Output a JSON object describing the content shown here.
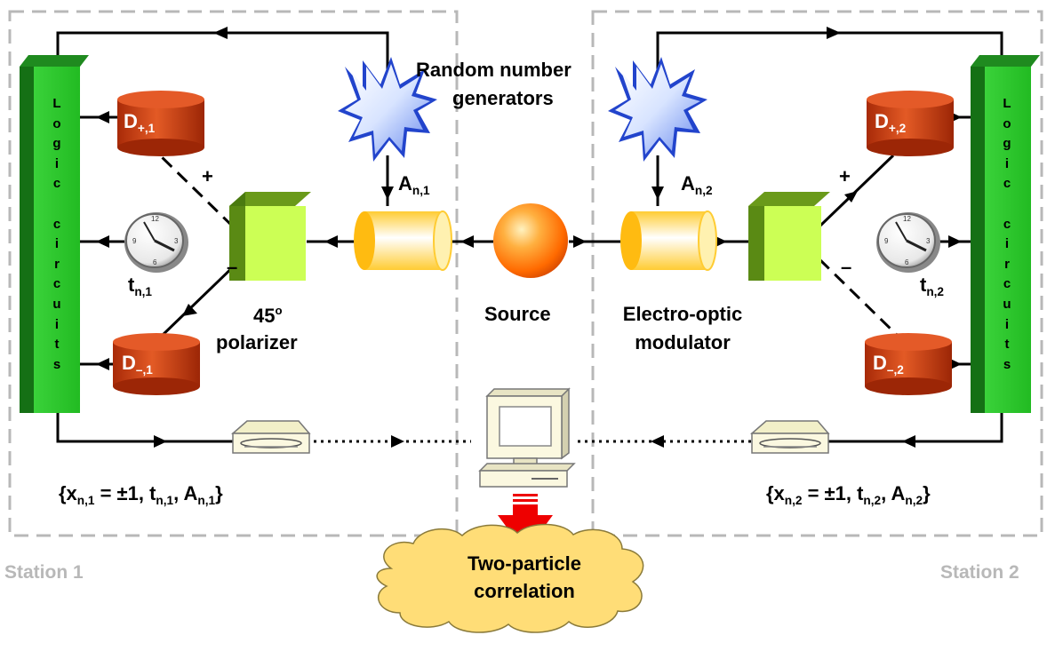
{
  "labels": {
    "rng": [
      "Random number",
      "generators"
    ],
    "source": "Source",
    "eom": [
      "Electro-optic",
      "modulator"
    ],
    "polarizer_deg": "45",
    "polarizer_sup": "o",
    "polarizer": "polarizer",
    "logic_left": [
      "L",
      "o",
      "g",
      "i",
      "c",
      "",
      "c",
      "i",
      "r",
      "c",
      "u",
      "i",
      "t",
      "s"
    ],
    "logic_right": [
      "L",
      "o",
      "g",
      "i",
      "c",
      "",
      "c",
      "i",
      "r",
      "c",
      "u",
      "i",
      "t",
      "s"
    ],
    "two_particle": [
      "Two-particle",
      "correlation"
    ],
    "station1": "Station 1",
    "station2": "Station 2",
    "plus": "+",
    "minus": "–"
  },
  "station1": {
    "detector_plus": {
      "base": "D",
      "sub": "+,1"
    },
    "detector_minus": {
      "base": "D",
      "sub": "–,1"
    },
    "setting": {
      "base": "A",
      "sub": "n,1"
    },
    "time": {
      "base": "t",
      "sub": "n,1"
    },
    "record": {
      "open": "{x",
      "x_sub": "n,1",
      "mid1": " = ±1, t",
      "t_sub": "n,1",
      "mid2": ", A",
      "a_sub": "n,1",
      "close": "}"
    }
  },
  "station2": {
    "detector_plus": {
      "base": "D",
      "sub": "+,2"
    },
    "detector_minus": {
      "base": "D",
      "sub": "–,2"
    },
    "setting": {
      "base": "A",
      "sub": "n,2"
    },
    "time": {
      "base": "t",
      "sub": "n,2"
    },
    "record": {
      "open": "{x",
      "x_sub": "n,2",
      "mid1": " = ±1, t",
      "t_sub": "n,2",
      "mid2": ", A",
      "a_sub": "n,2",
      "close": "}"
    }
  },
  "colors": {
    "logic_green": "#33cc33",
    "logic_dark": "#1a7a1a",
    "detector_red": "#c83a12",
    "polarizer_green": "#ccff44",
    "modulator_yellow": "#ffcc22",
    "source_orange": "#ff7a00",
    "cloud": "#ffdd77",
    "arrow_red": "#ee0000",
    "station_border": "#b8b8b8"
  },
  "icons": [
    "rng-burst-icon",
    "detector-cylinder-icon",
    "clock-icon",
    "polarizer-cube-icon",
    "modulator-cylinder-icon",
    "source-sphere-icon",
    "disk-drive-icon",
    "computer-icon",
    "correlation-cloud-icon"
  ]
}
